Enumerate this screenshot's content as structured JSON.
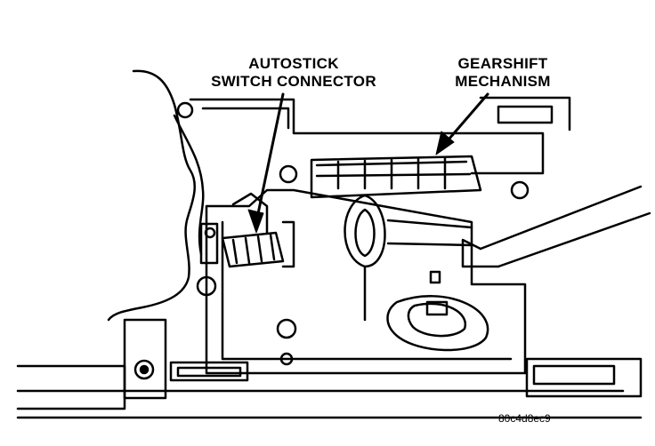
{
  "callouts": {
    "autostick_switch_connector": [
      "AUTOSTICK",
      "SWITCH CONNECTOR"
    ],
    "gearshift_mechanism": [
      "GEARSHIFT",
      "MECHANISM"
    ]
  },
  "figure_code": "80c4d8ec9"
}
